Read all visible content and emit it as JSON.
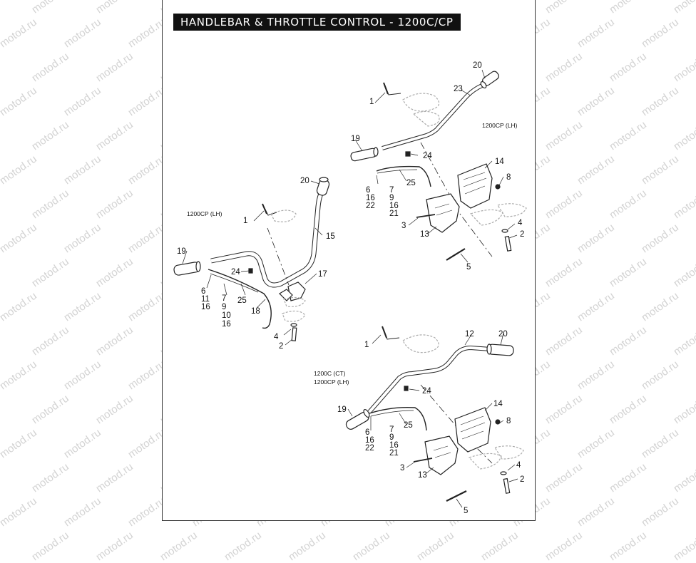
{
  "title": "HANDLEBAR & THROTTLE CONTROL - 1200C/CP",
  "watermark": "motod.ru",
  "colors": {
    "line": "#222222",
    "watermark": "#d3d3d3",
    "title_bg": "#111111"
  },
  "assemblies": [
    {
      "id": "top-right",
      "notes": [
        "1200CP (LH)"
      ],
      "callouts": [
        {
          "text": "20"
        },
        {
          "text": "23"
        },
        {
          "text": "1"
        },
        {
          "text": "19"
        },
        {
          "text": "24"
        },
        {
          "text": "14"
        },
        {
          "text": "8"
        },
        {
          "text": "25"
        },
        {
          "text": "6"
        },
        {
          "text": "16"
        },
        {
          "text": "22"
        },
        {
          "text": "7"
        },
        {
          "text": "9"
        },
        {
          "text": "16"
        },
        {
          "text": "21"
        },
        {
          "text": "3"
        },
        {
          "text": "13"
        },
        {
          "text": "4"
        },
        {
          "text": "2"
        },
        {
          "text": "5"
        }
      ]
    },
    {
      "id": "left",
      "notes": [
        "1200CP (LH)"
      ],
      "callouts": [
        {
          "text": "20"
        },
        {
          "text": "1"
        },
        {
          "text": "15"
        },
        {
          "text": "19"
        },
        {
          "text": "24"
        },
        {
          "text": "17"
        },
        {
          "text": "6"
        },
        {
          "text": "11"
        },
        {
          "text": "16"
        },
        {
          "text": "7"
        },
        {
          "text": "9"
        },
        {
          "text": "10"
        },
        {
          "text": "16"
        },
        {
          "text": "25"
        },
        {
          "text": "18"
        },
        {
          "text": "4"
        },
        {
          "text": "2"
        }
      ]
    },
    {
      "id": "bottom-right",
      "notes": [
        "1200C (CT)",
        "1200CP (LH)"
      ],
      "callouts": [
        {
          "text": "1"
        },
        {
          "text": "12"
        },
        {
          "text": "20"
        },
        {
          "text": "24"
        },
        {
          "text": "19"
        },
        {
          "text": "14"
        },
        {
          "text": "8"
        },
        {
          "text": "25"
        },
        {
          "text": "6"
        },
        {
          "text": "16"
        },
        {
          "text": "22"
        },
        {
          "text": "7"
        },
        {
          "text": "9"
        },
        {
          "text": "16"
        },
        {
          "text": "21"
        },
        {
          "text": "3"
        },
        {
          "text": "13"
        },
        {
          "text": "4"
        },
        {
          "text": "2"
        },
        {
          "text": "5"
        }
      ]
    }
  ]
}
